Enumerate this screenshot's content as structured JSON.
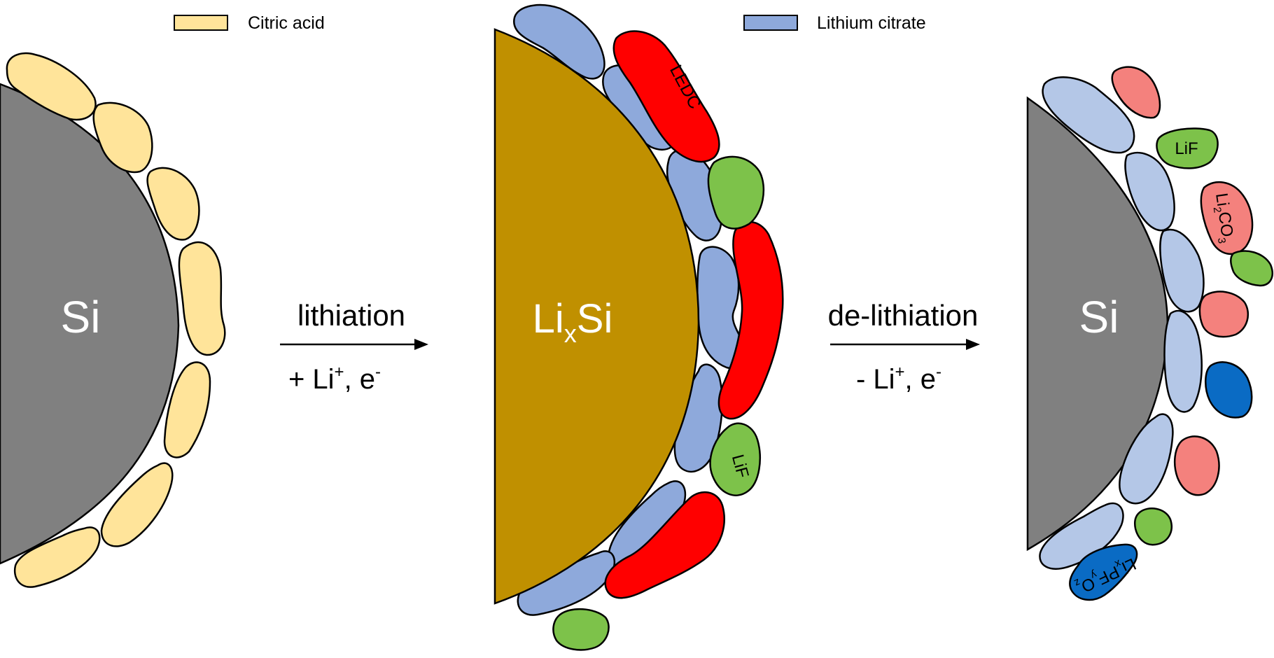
{
  "legend": {
    "citric_acid": "Citric acid",
    "lithium_citrate": "Lithium citrate"
  },
  "particles": {
    "si_left": "Si",
    "lixsi_main": "Li",
    "lixsi_sub": "x",
    "lixsi_tail": "Si",
    "si_right": "Si"
  },
  "arrows": {
    "lithiation": "lithiation",
    "lithiation_sub_a": "+ Li",
    "lithiation_sup_a": "+",
    "lithiation_sub_b": ", e",
    "lithiation_sup_b": "-",
    "delithiation": "de-lithiation",
    "delithiation_sub_a": "- Li",
    "delithiation_sup_a": "+",
    "delithiation_sub_b": ", e",
    "delithiation_sup_b": "-"
  },
  "labels": {
    "ledc": "LEDC",
    "lif_mid": "LiF",
    "lif_right": "LiF",
    "li2co3_a": "Li",
    "li2co3_b": "2",
    "li2co3_c": "CO",
    "li2co3_d": "3",
    "lixpfyoz_a": "Li",
    "lixpfyoz_b": "x",
    "lixpfyoz_c": "PF",
    "lixpfyoz_d": "y",
    "lixpfyoz_e": "O",
    "lixpfyoz_f": "z"
  },
  "colors": {
    "silicon": "#808080",
    "lixsi": "#C09000",
    "citric_acid": "#FFE49A",
    "lithium_citrate_mid": "#8EA9DB",
    "lithium_citrate_right": "#B4C7E7",
    "ledc": "#FF0000",
    "lif": "#7DC24A",
    "li2co3": "#F4817D",
    "lixpfyoz": "#0A6BC4"
  }
}
